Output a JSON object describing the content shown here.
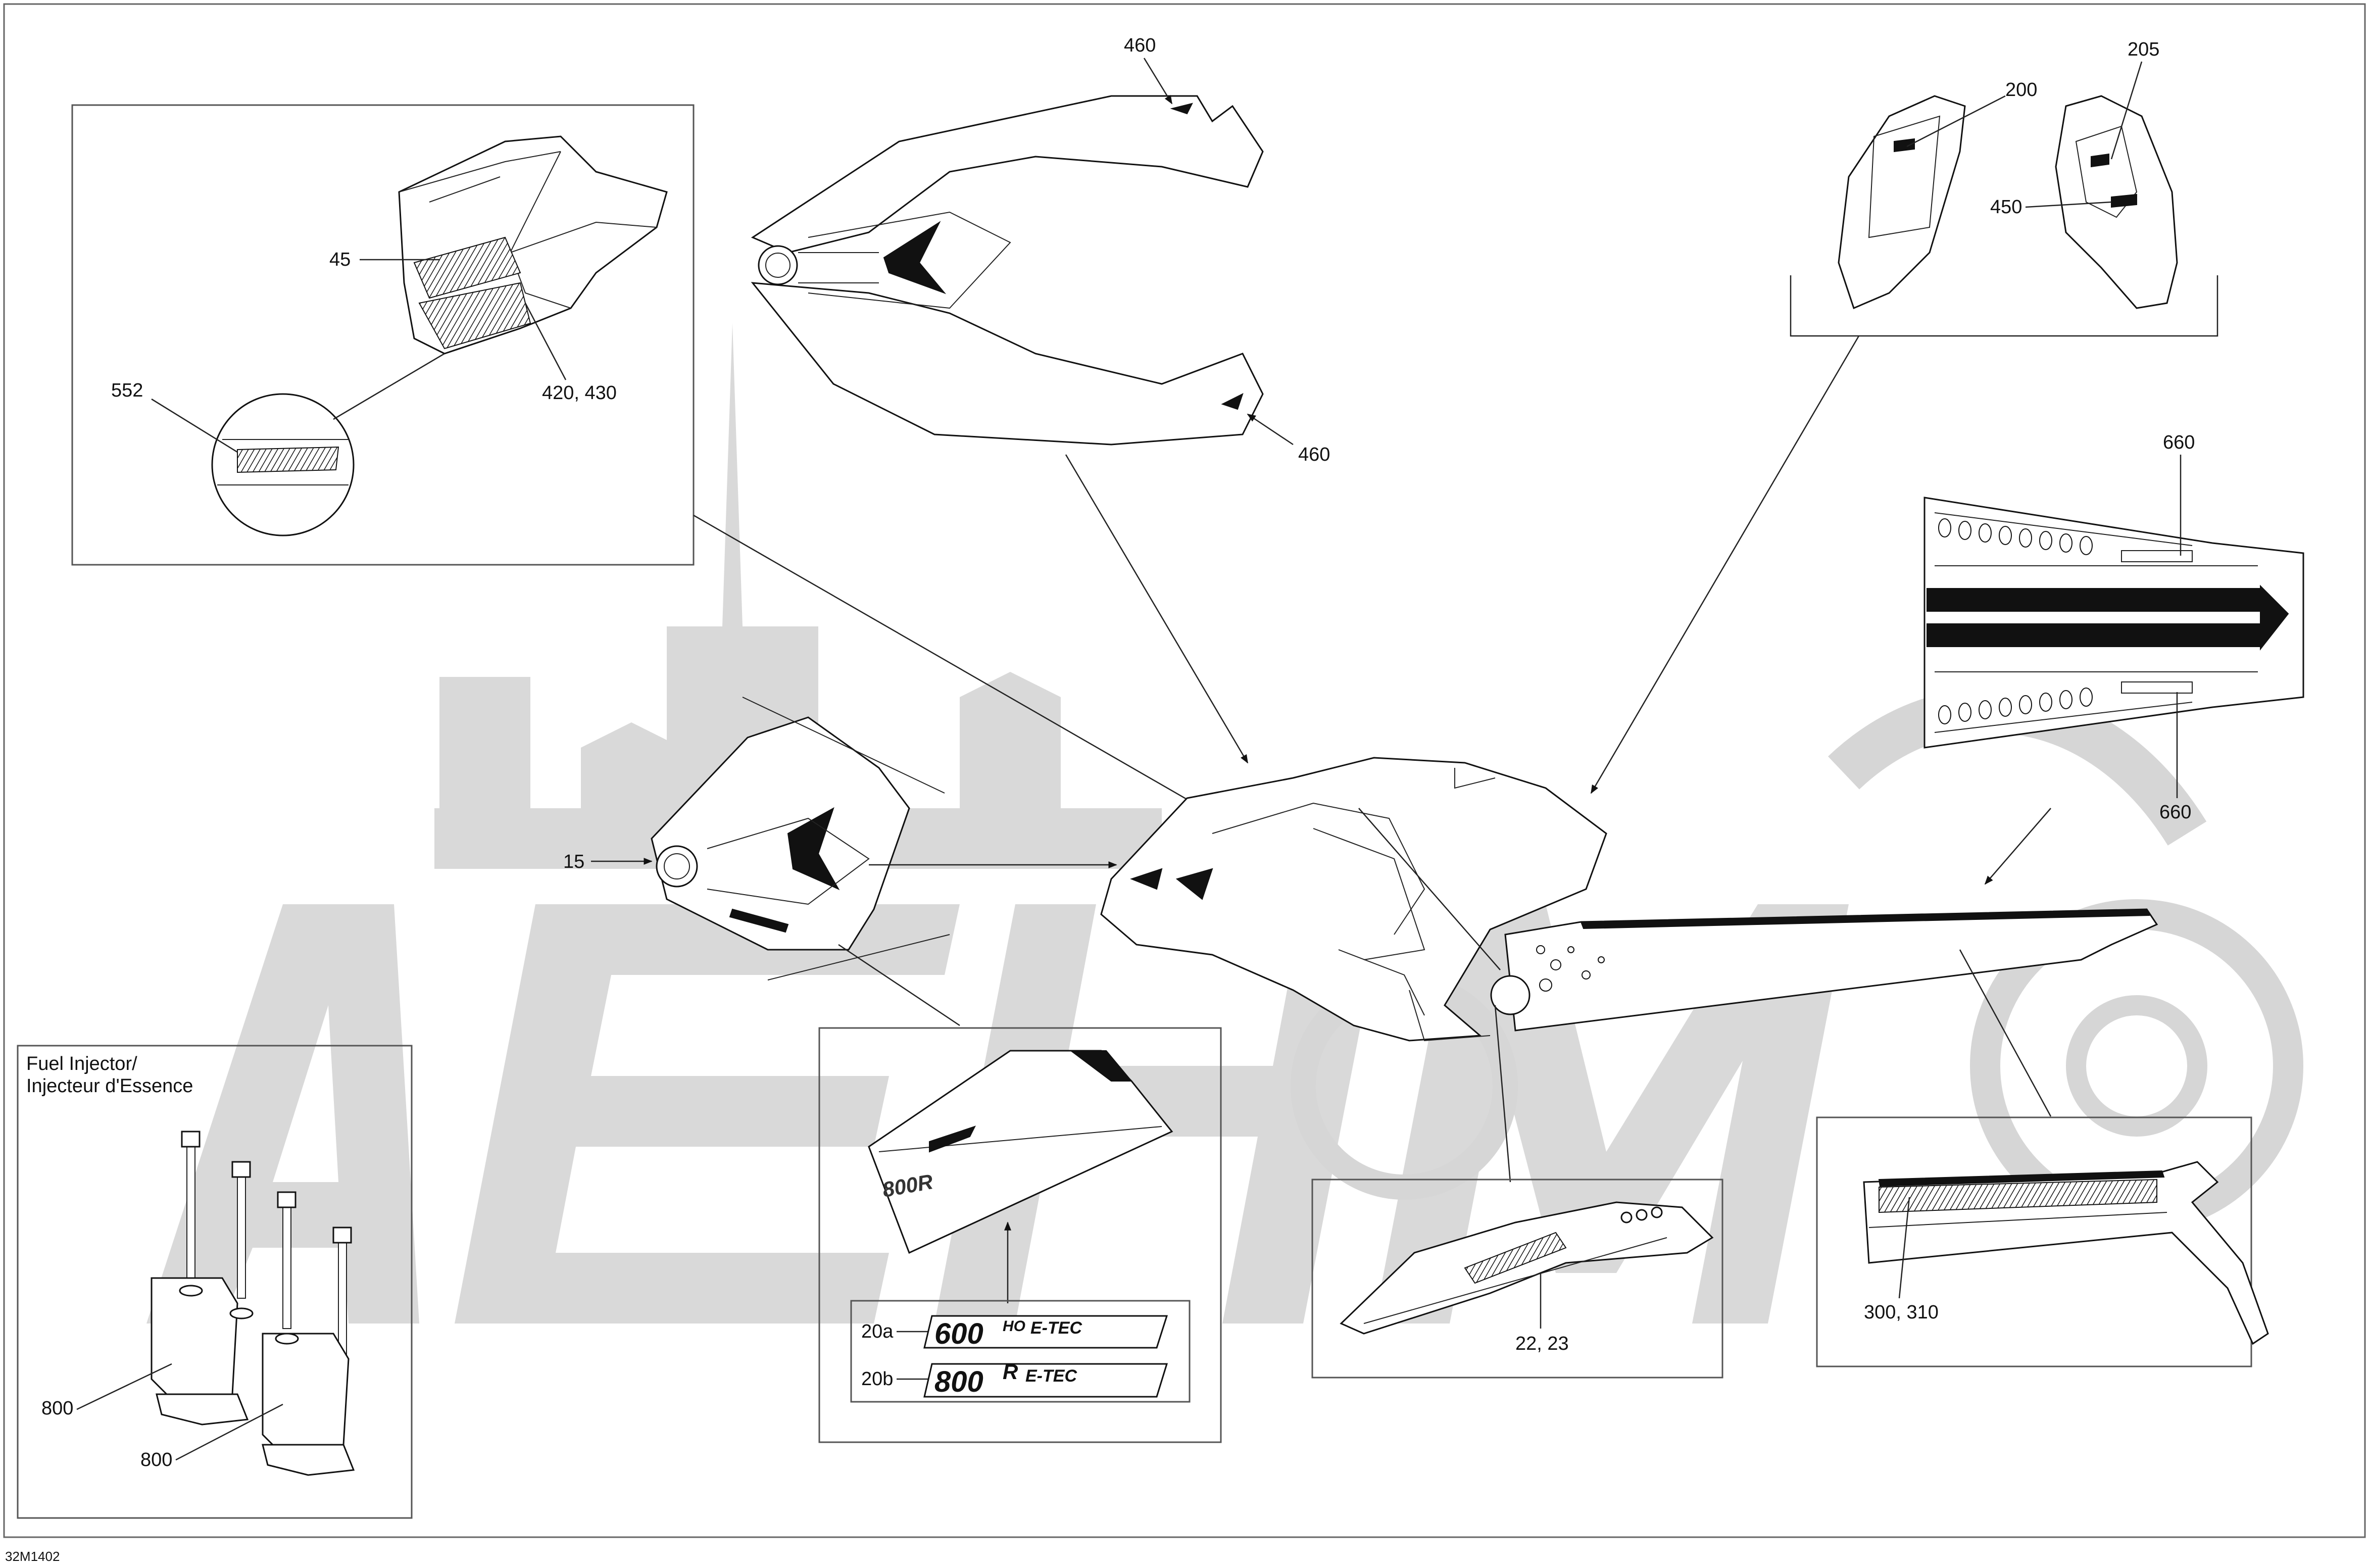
{
  "callouts": {
    "c460_top": "460",
    "c460_bottom": "460",
    "c200": "200",
    "c205": "205",
    "c450": "450",
    "c45": "45",
    "c420_430": "420, 430",
    "c552": "552",
    "c660_top": "660",
    "c660_bottom": "660",
    "c15": "15",
    "c20a": "20a",
    "c20b": "20b",
    "c22_23": "22, 23",
    "c300_310": "300, 310",
    "c800_a": "800",
    "c800_b": "800"
  },
  "fuel_injector": {
    "title_en": "Fuel Injector/",
    "title_fr": "Injecteur d'Essence"
  },
  "decals": {
    "d600": {
      "num": "600",
      "suffix": "HO",
      "tag": "E-TEC"
    },
    "d800": {
      "num": "800",
      "suffix": "R",
      "tag": "E-TEC"
    }
  },
  "drawing_code": "32M1402",
  "watermark_icon": "aehmoto-watermark-logo"
}
